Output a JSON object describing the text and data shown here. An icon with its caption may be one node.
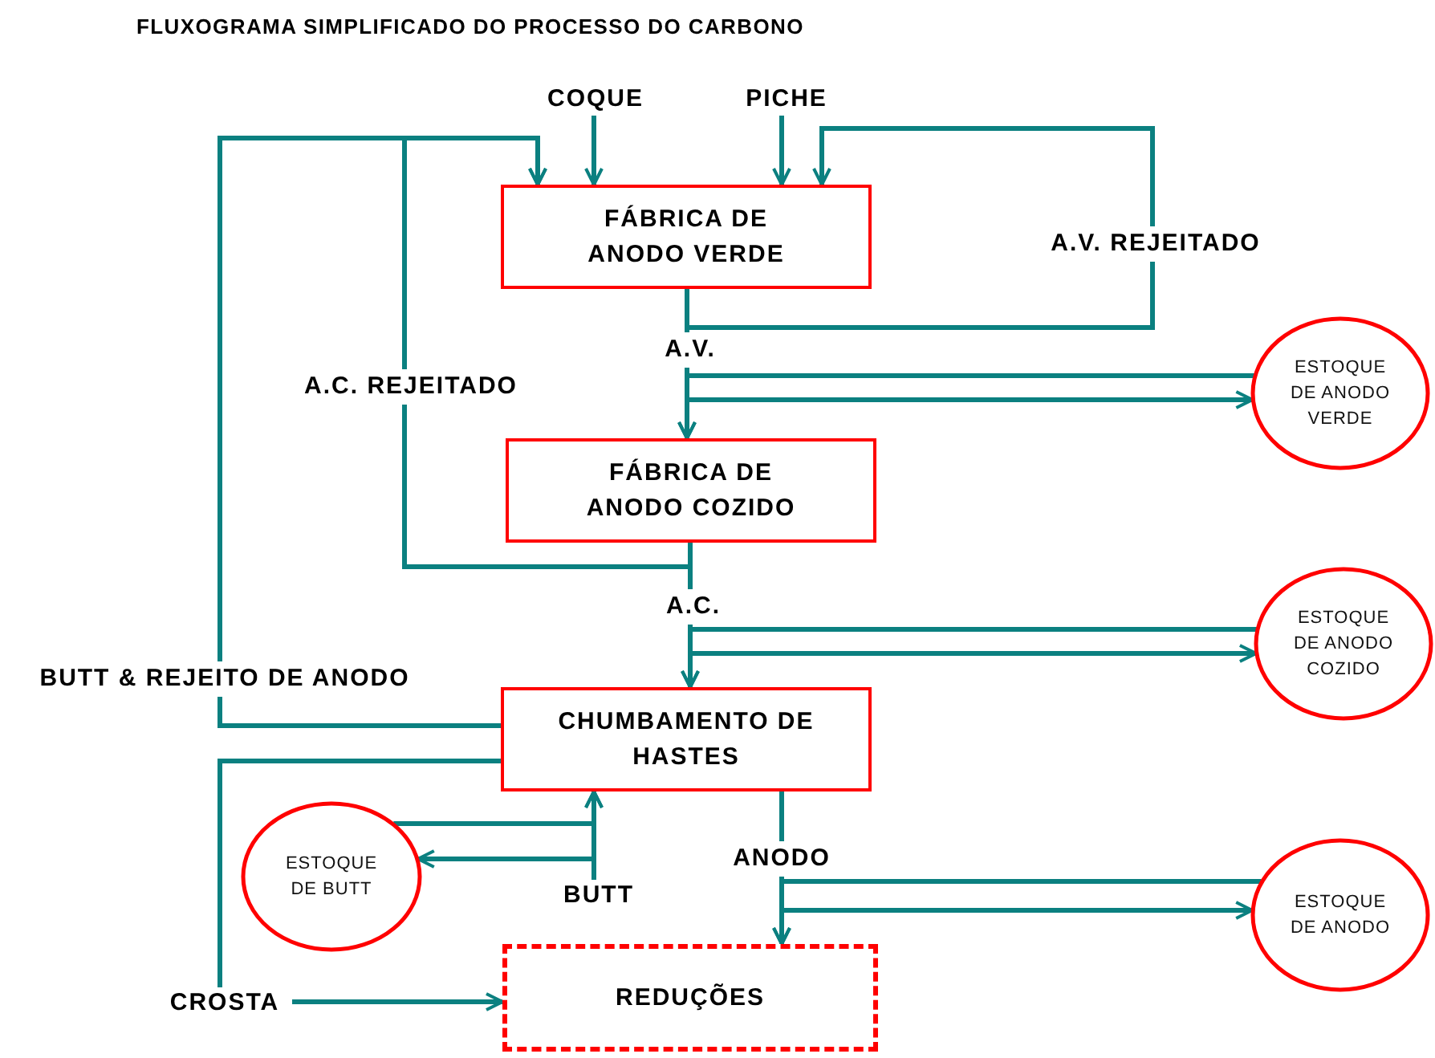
{
  "diagram": {
    "title": "FLUXOGRAMA SIMPLIFICADO DO PROCESSO DO CARBONO",
    "nodes": [
      {
        "text": [
          "COQUE"
        ]
      },
      {
        "text": [
          "PICHE"
        ]
      },
      {
        "text": [
          "FÁBRICA DE ANODO VERDE"
        ]
      },
      {
        "text": [
          "ESTOQUE DE ANODO VERDE"
        ]
      },
      {
        "text": [
          "FÁBRICA DE ANODO COZIDO"
        ]
      },
      {
        "text": [
          "ESTOQUE DE ANODO COZIDO"
        ]
      },
      {
        "text": [
          "CHUMBAMENTO DE HASTES"
        ]
      },
      {
        "text": [
          "ESTOQUE DE BUTT"
        ]
      },
      {
        "text": [
          "BUTT"
        ]
      },
      {
        "text": [
          "ESTOQUE DE ANODO"
        ]
      },
      {
        "text": [
          "CROSTA"
        ]
      },
      {
        "text": [
          "REDUÇÕES"
        ]
      }
    ],
    "edges": [
      {
        "from": 0,
        "to": 2,
        "arrow": "to"
      },
      {
        "from": 1,
        "to": 2,
        "arrow": "to"
      },
      {
        "from": 2,
        "to": 2,
        "arrow": "to",
        "label": "A.V. REJEITADO"
      },
      {
        "from": 4,
        "to": 2,
        "arrow": "to",
        "label": "A.C. REJEITADO"
      },
      {
        "from": 6,
        "to": 2,
        "arrow": "to",
        "label": "BUTT & REJEITO DE ANODO"
      },
      {
        "from": 2,
        "to": 4,
        "arrow": "to",
        "label": "A.V."
      },
      {
        "from": 2,
        "to": 3,
        "arrow": "to"
      },
      {
        "from": 3,
        "to": 4,
        "arrow": "to"
      },
      {
        "from": 4,
        "to": 6,
        "arrow": "to",
        "label": "A.C."
      },
      {
        "from": 4,
        "to": 5,
        "arrow": "to"
      },
      {
        "from": 5,
        "to": 6,
        "arrow": "to"
      },
      {
        "from": 8,
        "to": 6,
        "arrow": "to"
      },
      {
        "from": 7,
        "to": 6,
        "arrow": "to"
      },
      {
        "from": 8,
        "to": 7,
        "arrow": "to"
      },
      {
        "from": 6,
        "to": 11,
        "arrow": "to",
        "label": "ANODO"
      },
      {
        "from": 6,
        "to": 9,
        "arrow": "to"
      },
      {
        "from": 9,
        "to": 11,
        "arrow": "to"
      },
      {
        "from": 6,
        "to": 10,
        "arrow": "none"
      },
      {
        "from": 10,
        "to": 11,
        "arrow": "to"
      }
    ]
  }
}
